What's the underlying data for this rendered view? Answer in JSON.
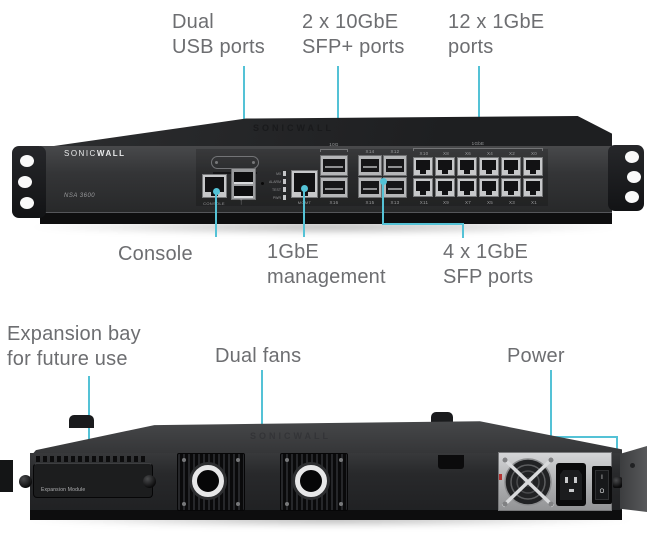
{
  "colors": {
    "accent": "#54c2d6",
    "label_text": "#6d6e71"
  },
  "front_callouts": {
    "usb": {
      "line1": "Dual",
      "line2": "USB ports"
    },
    "sfp_plus": {
      "line1": "2 x 10GbE",
      "line2": "SFP+ ports"
    },
    "copper": {
      "line1": "12 x 1GbE",
      "line2": "ports"
    },
    "console": {
      "line1": "Console"
    },
    "mgmt": {
      "line1": "1GbE",
      "line2": "management"
    },
    "sfp": {
      "line1": "4 x 1GbE",
      "line2": "SFP ports"
    }
  },
  "rear_callouts": {
    "expansion": {
      "line1": "Expansion bay",
      "line2": "for future use"
    },
    "fans": {
      "line1": "Dual fans"
    },
    "power": {
      "line1": "Power"
    }
  },
  "front_device": {
    "brand_part1": "SONIC",
    "brand_part2": "WALL",
    "brand_full": "SONICWALL",
    "model": "NSA 3600",
    "console_label": "CONSOLE",
    "usb_icon": "ᛉ",
    "mgmt_label": "MGMT",
    "leds": [
      "M0",
      "ALARM",
      "TEST",
      "PWR"
    ],
    "sfp_plus_group": "10G",
    "sfp_plus_bottom": "X16",
    "sfp_top": [
      "X14",
      "X12"
    ],
    "sfp_bottom": [
      "X15",
      "X13"
    ],
    "copper_group": "1GbE",
    "copper_top": [
      "X10",
      "X8",
      "X6",
      "X4",
      "X2",
      "X0"
    ],
    "copper_bottom": [
      "X11",
      "X9",
      "X7",
      "X5",
      "X3",
      "X1"
    ]
  },
  "rear_device": {
    "expansion_label": "Expansion Module",
    "switch_on": "I",
    "switch_off": "O"
  }
}
